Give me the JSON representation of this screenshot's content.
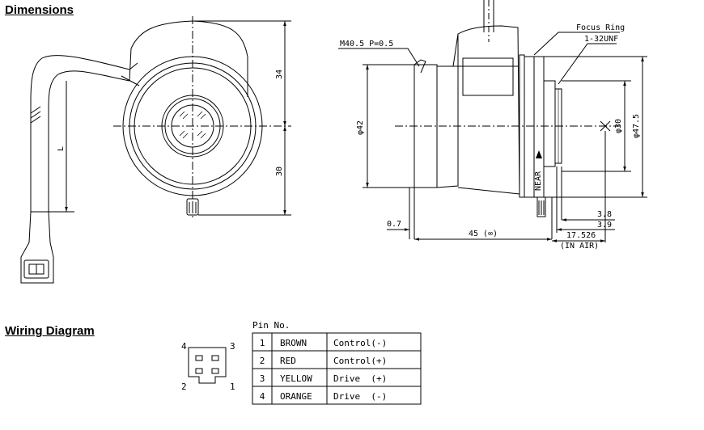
{
  "sections": {
    "dimensions_title": "Dimensions",
    "wiring_title": "Wiring Diagram"
  },
  "front_view": {
    "dim_34": "34",
    "dim_30": "30",
    "dim_L": "L"
  },
  "side_view": {
    "thread_label": "M40.5 P=0.5",
    "focus_ring_label": "Focus Ring",
    "mount_label": "1-32UNF",
    "dia_42": "φ42",
    "dia_30": "φ30",
    "dia_47_5": "φ47.5",
    "near_label": "NEAR",
    "dim_0_7": "0.7",
    "dim_45": "45 (∞)",
    "dim_3_8": "3.8",
    "dim_3_9": "3.9",
    "dim_17_526": "17.526",
    "in_air": "(IN AIR)"
  },
  "connector": {
    "pin_4": "4",
    "pin_3": "3",
    "pin_2": "2",
    "pin_1": "1"
  },
  "pin_table": {
    "header": "Pin No.",
    "rows": [
      {
        "no": "1",
        "color": "BROWN",
        "signal": "Control(-)"
      },
      {
        "no": "2",
        "color": "RED",
        "signal": "Control(+)"
      },
      {
        "no": "3",
        "color": "YELLOW",
        "signal": "Drive  (+)"
      },
      {
        "no": "4",
        "color": "ORANGE",
        "signal": "Drive  (-)"
      }
    ]
  }
}
